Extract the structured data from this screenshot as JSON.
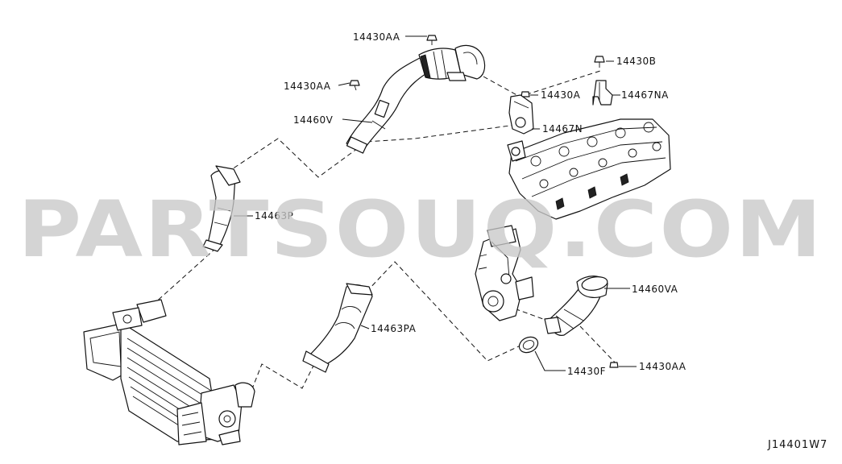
{
  "watermark": "PARTSOUQ.COM",
  "diagram_code": "J14401W7",
  "labels": {
    "p14430AA_top": "14430AA",
    "p14430AA_left": "14430AA",
    "p14460V": "14460V",
    "p14430B": "14430B",
    "p14467NA": "14467NA",
    "p14430A": "14430A",
    "p14467N": "14467N",
    "p14463P": "14463P",
    "p14460VA": "14460VA",
    "p14463PA": "14463PA",
    "p14430F": "14430F",
    "p14430AA_right": "14430AA"
  }
}
